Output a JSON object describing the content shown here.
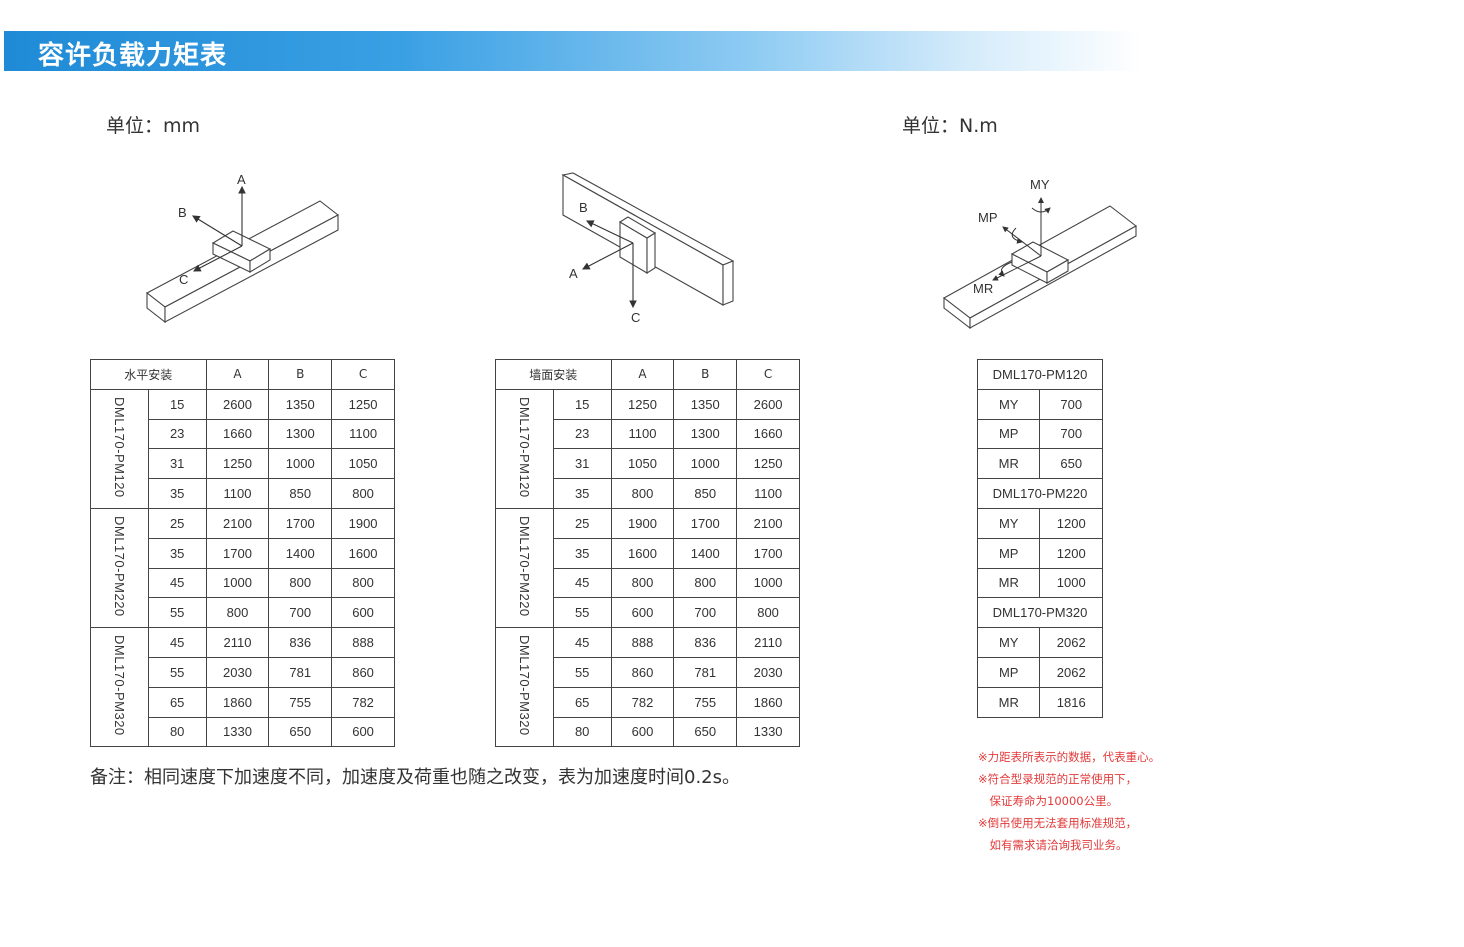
{
  "header": {
    "title": "容许负载力矩表"
  },
  "units": {
    "left": "单位：mm",
    "right": "单位：N.m"
  },
  "diagram_labels": {
    "horizontal": {
      "a": "A",
      "b": "B",
      "c": "C"
    },
    "wall": {
      "a": "A",
      "b": "B",
      "c": "C"
    },
    "moment": {
      "my": "MY",
      "mp": "MP",
      "mr": "MR"
    }
  },
  "columns": {
    "a": "A",
    "b": "B",
    "c": "C"
  },
  "horizontal_table": {
    "heading": "水平安装",
    "groups": [
      {
        "model": "DML170-PM120",
        "rows": [
          {
            "speed": "15",
            "a": "2600",
            "b": "1350",
            "c": "1250"
          },
          {
            "speed": "23",
            "a": "1660",
            "b": "1300",
            "c": "1100"
          },
          {
            "speed": "31",
            "a": "1250",
            "b": "1000",
            "c": "1050"
          },
          {
            "speed": "35",
            "a": "1100",
            "b": "850",
            "c": "800"
          }
        ]
      },
      {
        "model": "DML170-PM220",
        "rows": [
          {
            "speed": "25",
            "a": "2100",
            "b": "1700",
            "c": "1900"
          },
          {
            "speed": "35",
            "a": "1700",
            "b": "1400",
            "c": "1600"
          },
          {
            "speed": "45",
            "a": "1000",
            "b": "800",
            "c": "800"
          },
          {
            "speed": "55",
            "a": "800",
            "b": "700",
            "c": "600"
          }
        ]
      },
      {
        "model": "DML170-PM320",
        "rows": [
          {
            "speed": "45",
            "a": "2110",
            "b": "836",
            "c": "888"
          },
          {
            "speed": "55",
            "a": "2030",
            "b": "781",
            "c": "860"
          },
          {
            "speed": "65",
            "a": "1860",
            "b": "755",
            "c": "782"
          },
          {
            "speed": "80",
            "a": "1330",
            "b": "650",
            "c": "600"
          }
        ]
      }
    ]
  },
  "wall_table": {
    "heading": "墙面安装",
    "groups": [
      {
        "model": "DML170-PM120",
        "rows": [
          {
            "speed": "15",
            "a": "1250",
            "b": "1350",
            "c": "2600"
          },
          {
            "speed": "23",
            "a": "1100",
            "b": "1300",
            "c": "1660"
          },
          {
            "speed": "31",
            "a": "1050",
            "b": "1000",
            "c": "1250"
          },
          {
            "speed": "35",
            "a": "800",
            "b": "850",
            "c": "1100"
          }
        ]
      },
      {
        "model": "DML170-PM220",
        "rows": [
          {
            "speed": "25",
            "a": "1900",
            "b": "1700",
            "c": "2100"
          },
          {
            "speed": "35",
            "a": "1600",
            "b": "1400",
            "c": "1700"
          },
          {
            "speed": "45",
            "a": "800",
            "b": "800",
            "c": "1000"
          },
          {
            "speed": "55",
            "a": "600",
            "b": "700",
            "c": "800"
          }
        ]
      },
      {
        "model": "DML170-PM320",
        "rows": [
          {
            "speed": "45",
            "a": "888",
            "b": "836",
            "c": "2110"
          },
          {
            "speed": "55",
            "a": "860",
            "b": "781",
            "c": "2030"
          },
          {
            "speed": "65",
            "a": "782",
            "b": "755",
            "c": "1860"
          },
          {
            "speed": "80",
            "a": "600",
            "b": "650",
            "c": "1330"
          }
        ]
      }
    ]
  },
  "moment_table": {
    "groups": [
      {
        "model": "DML170-PM120",
        "rows": [
          {
            "label": "MY",
            "value": "700"
          },
          {
            "label": "MP",
            "value": "700"
          },
          {
            "label": "MR",
            "value": "650"
          }
        ]
      },
      {
        "model": "DML170-PM220",
        "rows": [
          {
            "label": "MY",
            "value": "1200"
          },
          {
            "label": "MP",
            "value": "1200"
          },
          {
            "label": "MR",
            "value": "1000"
          }
        ]
      },
      {
        "model": "DML170-PM320",
        "rows": [
          {
            "label": "MY",
            "value": "2062"
          },
          {
            "label": "MP",
            "value": "2062"
          },
          {
            "label": "MR",
            "value": "1816"
          }
        ]
      }
    ]
  },
  "note": "备注：相同速度下加速度不同，加速度及荷重也随之改变，表为加速度时间0.2s。",
  "red_notes": [
    "※力距表所表示的数据，代表重心。",
    "※符合型录规范的正常使用下，",
    "　保证寿命为10000公里。",
    "※倒吊使用无法套用标准规范，",
    "　如有需求请洽询我司业务。"
  ],
  "colors": {
    "header": "#1f8ad6",
    "notes_red": "#e23a3a"
  }
}
